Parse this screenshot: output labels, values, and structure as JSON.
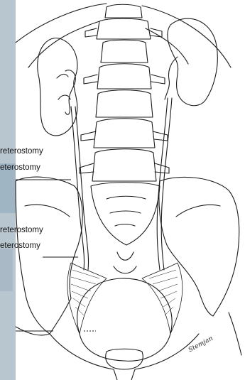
{
  "labels": {
    "upper_1": "reterostomy",
    "upper_2": "eterostomy",
    "lower_1": "reterostomy",
    "lower_2": "eterostomy"
  },
  "signature": "Stemjan",
  "colors": {
    "background": "#c9d0d4",
    "paper": "#ffffff",
    "line": "#1a1a1a"
  }
}
